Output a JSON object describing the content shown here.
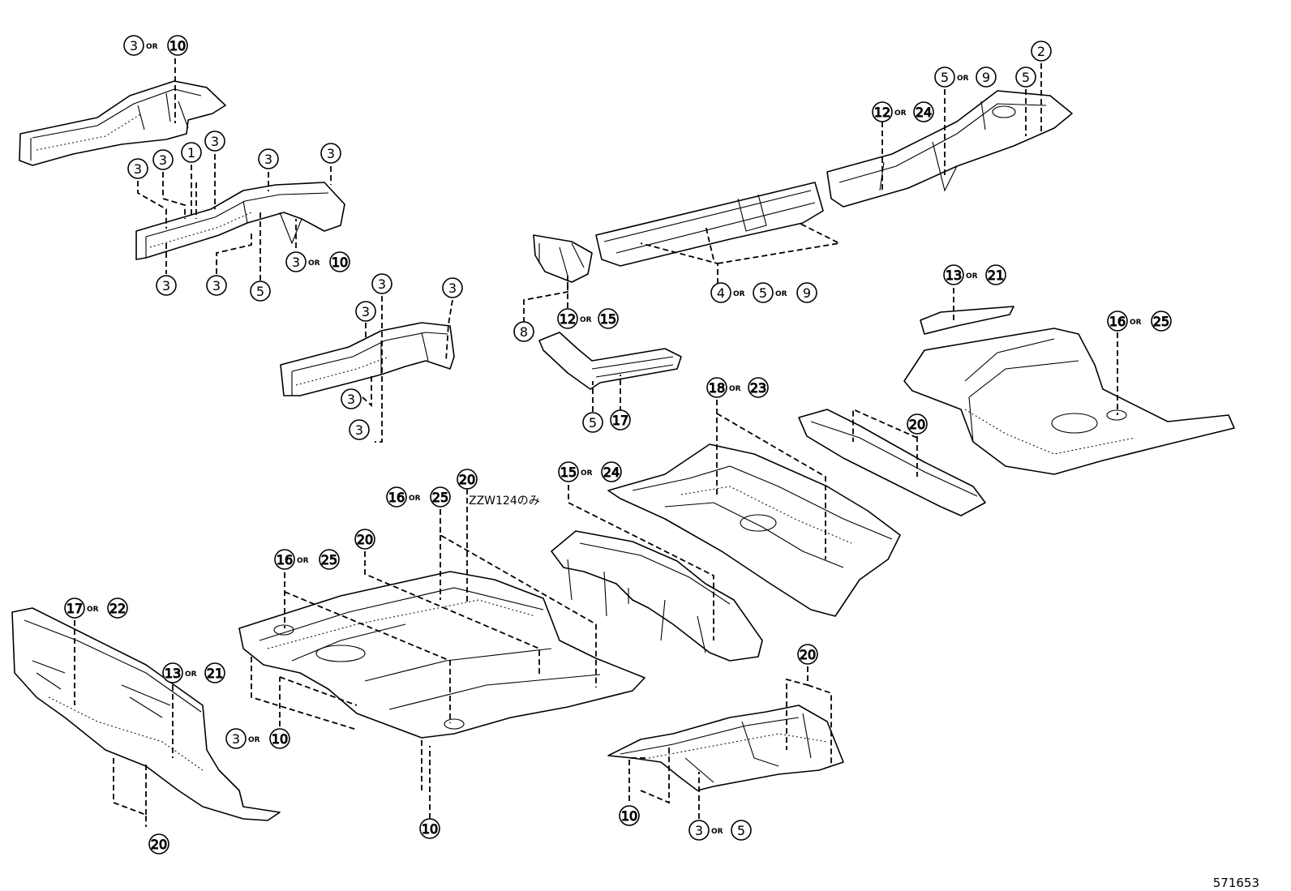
{
  "figure_number": "571653",
  "note": "ZZW124のみ",
  "or_word": "OR",
  "callouts": {
    "c01": [
      "3",
      "10"
    ],
    "c02": [
      "3"
    ],
    "c03": [
      "3"
    ],
    "c04": [
      "1"
    ],
    "c05": [
      "3"
    ],
    "c06": [
      "3"
    ],
    "c07": [
      "3"
    ],
    "c08": [
      "3",
      "10"
    ],
    "c09": [
      "3"
    ],
    "c10": [
      "3"
    ],
    "c11": [
      "5"
    ],
    "c12": [
      "3"
    ],
    "c13": [
      "3"
    ],
    "c14": [
      "3"
    ],
    "c15": [
      "3"
    ],
    "c16": [
      "3"
    ],
    "c17": [
      "8"
    ],
    "c18": [
      "12",
      "15"
    ],
    "c19": [
      "5"
    ],
    "c20": [
      "17"
    ],
    "c21": [
      "4",
      "5",
      "9"
    ],
    "c22": [
      "12",
      "24"
    ],
    "c23": [
      "5",
      "9"
    ],
    "c24": [
      "5"
    ],
    "c25": [
      "2"
    ],
    "c26": [
      "13",
      "21"
    ],
    "c27": [
      "16",
      "25"
    ],
    "c28": [
      "18",
      "23"
    ],
    "c29": [
      "20"
    ],
    "c30": [
      "15",
      "24"
    ],
    "c31": [
      "16",
      "25"
    ],
    "c32": [
      "20"
    ],
    "c33": [
      "20"
    ],
    "c34": [
      "16",
      "25"
    ],
    "c35": [
      "17",
      "22"
    ],
    "c36": [
      "13",
      "21"
    ],
    "c37": [
      "3",
      "10"
    ],
    "c38": [
      "20"
    ],
    "c39": [
      "10"
    ],
    "c40": [
      "20"
    ],
    "c41": [
      "10"
    ],
    "c42": [
      "3",
      "5"
    ]
  }
}
